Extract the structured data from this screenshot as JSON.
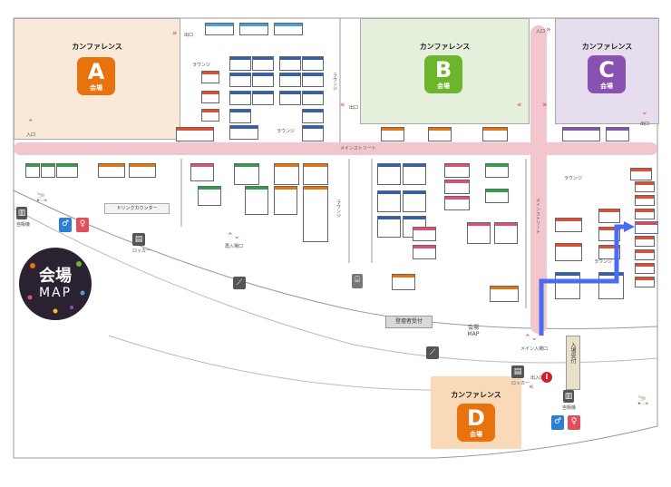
{
  "halls": {
    "A": {
      "name": "カンファレンス",
      "letter": "A",
      "sub": "会場",
      "bg": "#f8e9d8",
      "accent": "#e8720c"
    },
    "B": {
      "name": "カンファレンス",
      "letter": "B",
      "sub": "会場",
      "bg": "#e5f1dc",
      "accent": "#6cb52d"
    },
    "C": {
      "name": "カンファレンス",
      "letter": "C",
      "sub": "会場",
      "bg": "#e6ddee",
      "accent": "#8a52b0"
    },
    "D": {
      "name": "カンファレンス",
      "letter": "D",
      "sub": "会場",
      "bg": "#f9d9b7",
      "accent": "#e8720c"
    }
  },
  "labels": {
    "main_street": "メインストリート",
    "main_street_v": "メインストリート",
    "lounge": "ラウンジ",
    "exit": "出口",
    "entrance": "入口",
    "exit_entrance": "出入口",
    "reentry": "再入場口",
    "main_entrance": "メイン入場口",
    "reception_desk": "登壇者受付",
    "venue_map_sign": "会場 MAP",
    "locker": "ロッカー",
    "vending": "自販機",
    "drink_corner": "ドリンクカウンター",
    "entrance_reception": "入場受付",
    "logo_line1": "会場",
    "logo_line2": "MAP"
  },
  "colors": {
    "street": "#f2c6cc",
    "arrow": "#4a6cf0",
    "toilet_m": "#2a7fd0",
    "toilet_f": "#e0505a",
    "info": "#d02030"
  }
}
